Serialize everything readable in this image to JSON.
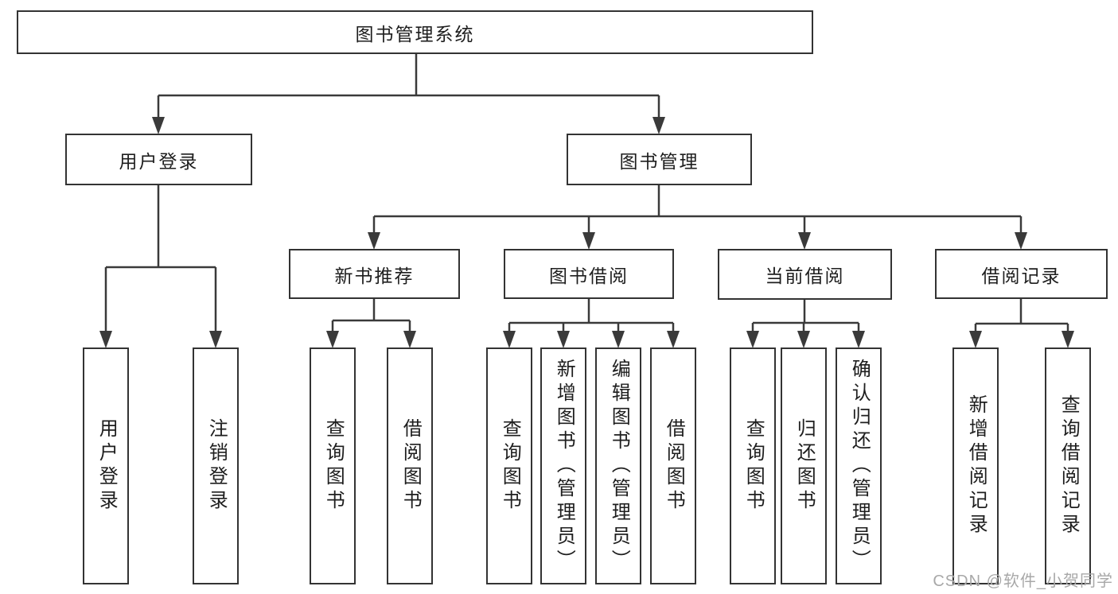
{
  "tree": {
    "root": "图书管理系统",
    "branches": [
      {
        "label": "用户登录",
        "leaves": [
          "用户登录",
          "注销登录"
        ]
      },
      {
        "label": "图书管理",
        "children": [
          {
            "label": "新书推荐",
            "leaves": [
              "查询图书",
              "借阅图书"
            ]
          },
          {
            "label": "图书借阅",
            "leaves": [
              "查询图书",
              "新增图书（管理员）",
              "编辑图书（管理员）",
              "借阅图书"
            ]
          },
          {
            "label": "当前借阅",
            "leaves": [
              "查询图书",
              "归还图书",
              "确认归还（管理员）"
            ]
          },
          {
            "label": "借阅记录",
            "leaves": [
              "新增借阅记录",
              "查询借阅记录"
            ]
          }
        ]
      }
    ]
  },
  "watermark": "CSDN @软件_小贺同学",
  "colors": {
    "line": "#3a3a3a",
    "box_border": "#333333",
    "text": "#1e1e1e",
    "watermark": "#a8a8a8",
    "background": "#ffffff"
  }
}
